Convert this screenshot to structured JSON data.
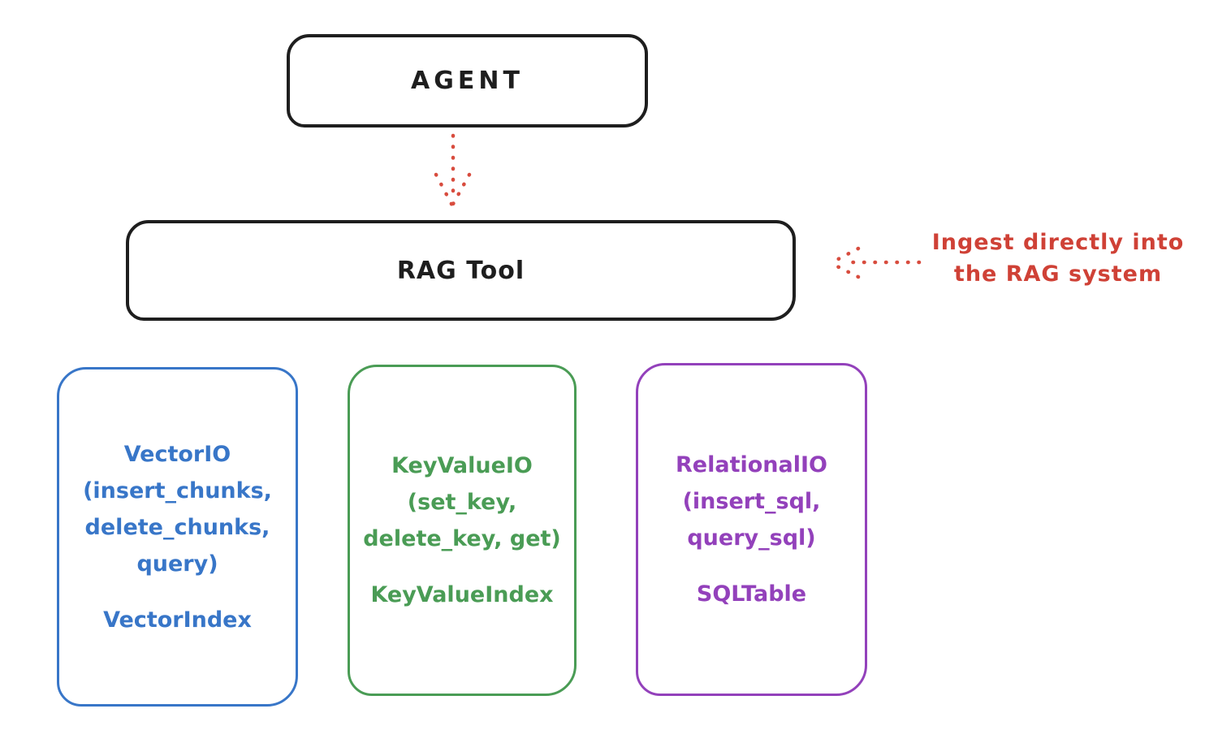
{
  "diagram": {
    "agent": {
      "label": "AGENT"
    },
    "rag_tool": {
      "label": "RAG Tool"
    },
    "annotation": {
      "line1": "Ingest directly into",
      "line2": "the RAG system"
    },
    "arrows": [
      {
        "name": "agent-to-rag-arrow",
        "style": "dotted",
        "direction": "down",
        "color": "#d84c3e"
      },
      {
        "name": "ingest-annotation-arrow",
        "style": "dotted",
        "direction": "left",
        "color": "#d84c3e"
      }
    ],
    "io_boxes": [
      {
        "title_lines": [
          "VectorIO",
          "(insert_chunks,",
          "delete_chunks,",
          "query)"
        ],
        "index_label": "VectorIndex",
        "color": "#3876c8"
      },
      {
        "title_lines": [
          "KeyValueIO",
          "(set_key,",
          "delete_key, get)"
        ],
        "index_label": "KeyValueIndex",
        "color": "#4a9c55"
      },
      {
        "title_lines": [
          "RelationalIO",
          "(insert_sql,",
          "query_sql)"
        ],
        "index_label": "SQLTable",
        "color": "#9341bb"
      }
    ],
    "colors": {
      "outline_black": "#1e1e1e",
      "accent_red": "#d84c3e",
      "vector_blue": "#3876c8",
      "keyvalue_green": "#4a9c55",
      "relational_purple": "#9341bb",
      "background": "#ffffff"
    }
  }
}
